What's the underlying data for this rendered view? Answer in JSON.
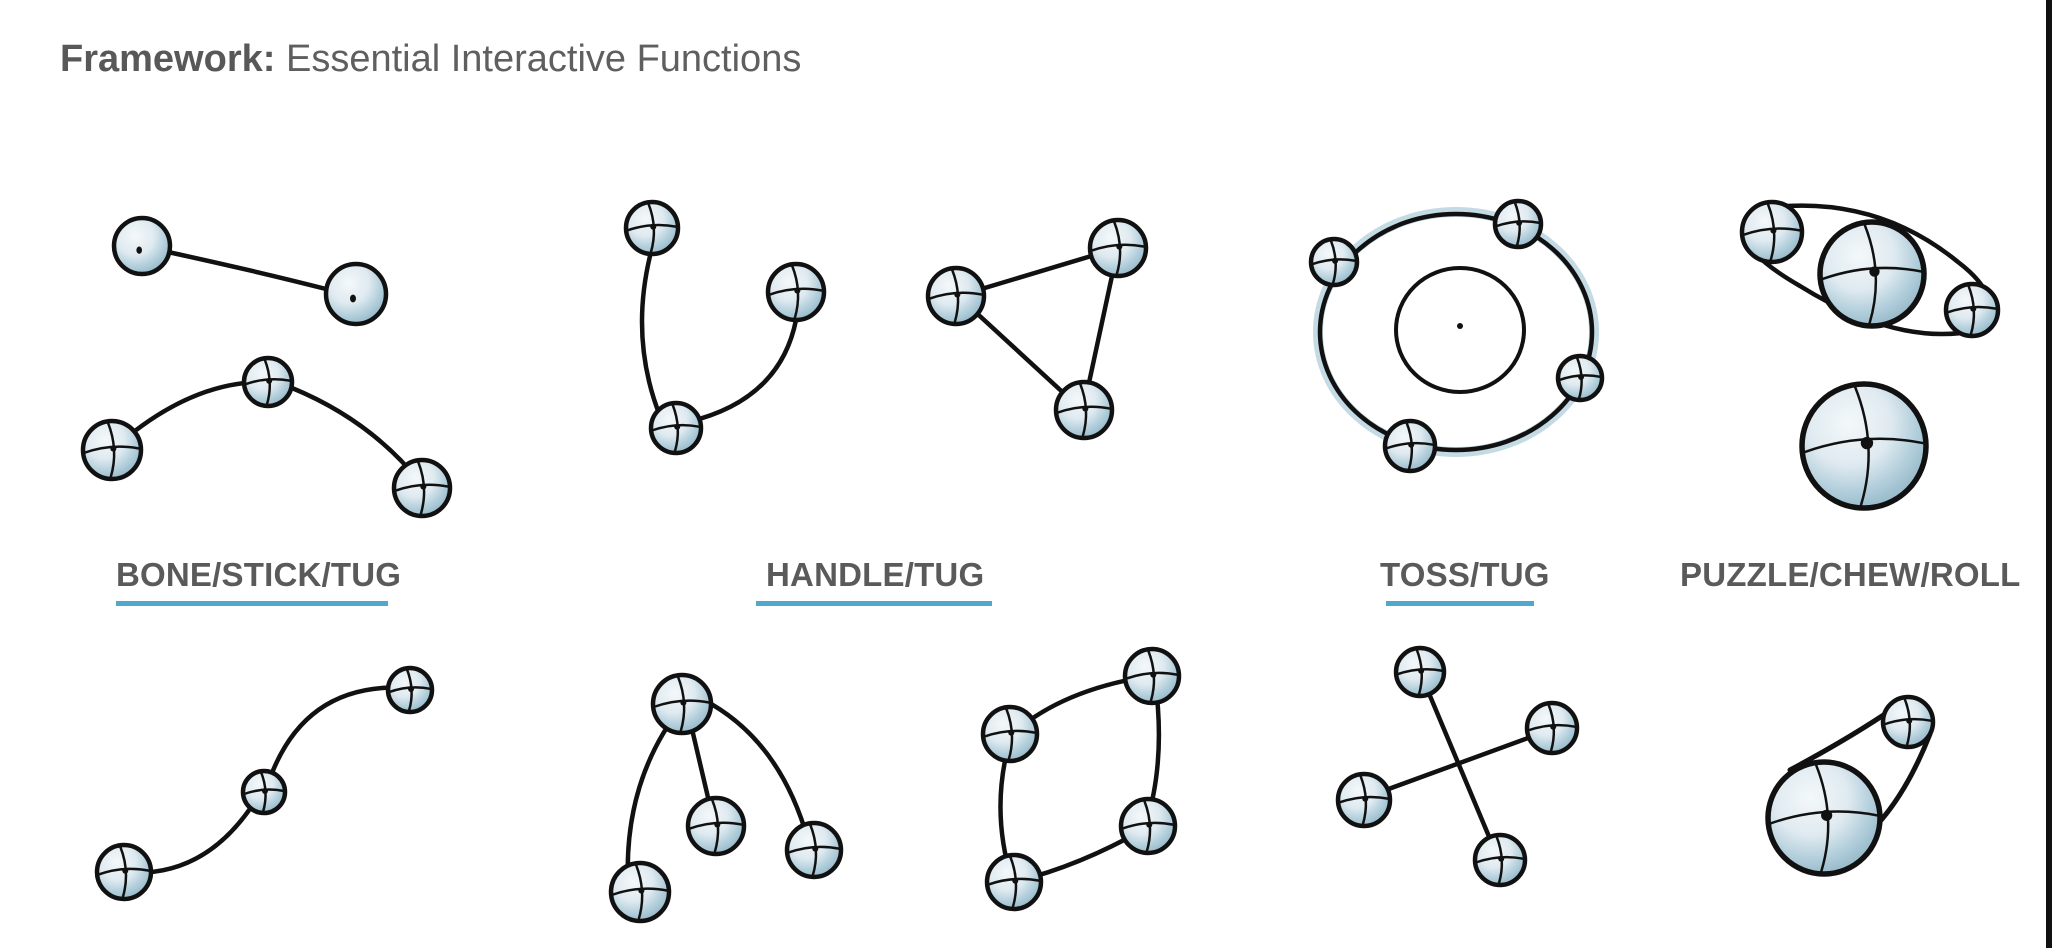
{
  "title": {
    "bold": "Framework:",
    "rest": "Essential Interactive Functions"
  },
  "categories": [
    {
      "label": "BONE/STICK/TUG"
    },
    {
      "label": "HANDLE/TUG"
    },
    {
      "label": "TOSS/TUG"
    },
    {
      "label": "PUZZLE/CHEW/ROLL"
    }
  ],
  "colors": {
    "accent": "#4ea9cc",
    "node_fill": "#a9c7d6",
    "node_highlight": "#e8f1f5",
    "ink": "#111111",
    "text": "#5a5a5a"
  }
}
